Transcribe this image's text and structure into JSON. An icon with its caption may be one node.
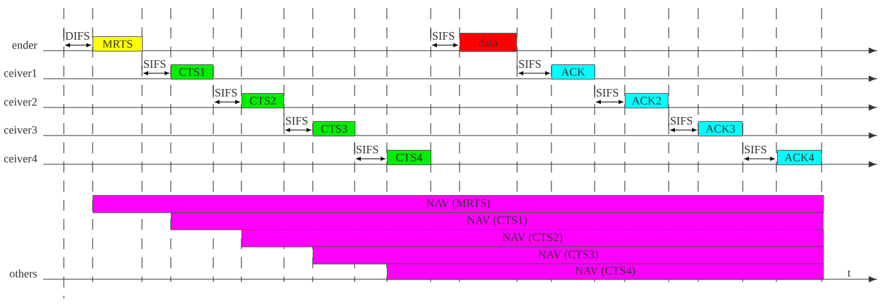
{
  "diagram": {
    "nodes": [
      {
        "text": [
          "MRTS"
        ]
      },
      {
        "text": [
          "data"
        ]
      },
      {
        "text": [
          "CTS1"
        ]
      },
      {
        "text": [
          "ACK"
        ]
      },
      {
        "text": [
          "CTS2"
        ]
      },
      {
        "text": [
          "ACK2"
        ]
      },
      {
        "text": [
          "CTS3"
        ]
      },
      {
        "text": [
          "ACK3"
        ]
      },
      {
        "text": [
          "CTS4"
        ]
      },
      {
        "text": [
          "ACK4"
        ]
      },
      {
        "text": [
          "NAV (MRTS)"
        ]
      },
      {
        "text": [
          "NAV (CTS1)"
        ]
      },
      {
        "text": [
          "NAV (CTS2)"
        ]
      },
      {
        "text": [
          "NAV (CTS3)"
        ]
      },
      {
        "text": [
          "NAV (CTS4)"
        ]
      }
    ],
    "labels": [
      "DIFS",
      "SIFS",
      "ender",
      "SIFS",
      "SIFS",
      "ceiver1",
      "SIFS",
      "SIFS",
      "ceiver2",
      "SIFS",
      "SIFS",
      "ceiver3",
      "SIFS",
      "SIFS",
      "ceiver4",
      "others",
      "t"
    ]
  }
}
